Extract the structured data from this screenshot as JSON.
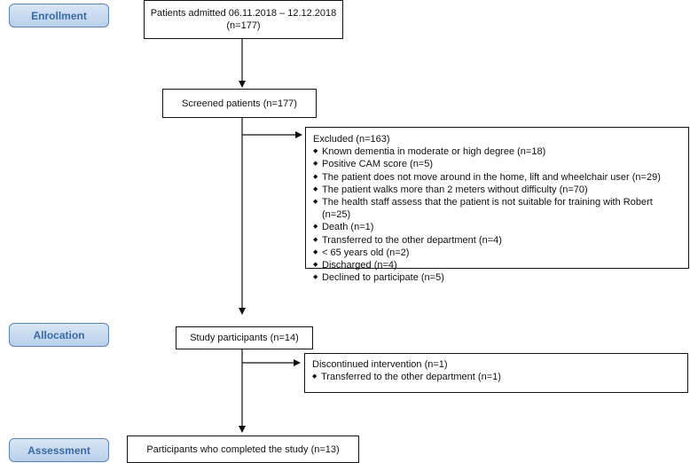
{
  "phases": {
    "enrollment": "Enrollment",
    "allocation": "Allocation",
    "assessment": "Assessment"
  },
  "admitted": {
    "line1": "Patients admitted 06.11.2018 – 12.12.2018",
    "line2": "(n=177)"
  },
  "screened": {
    "label": "Screened patients (n=177)"
  },
  "excluded": {
    "title": "Excluded (n=163)",
    "items": [
      "Known dementia in moderate or high degree (n=18)",
      "Positive CAM score (n=5)",
      "The patient does not move around in the home, lift and wheelchair user (n=29)",
      "The patient walks more than 2 meters without difficulty (n=70)",
      "The health staff assess that the patient is not suitable for training with Robert (n=25)",
      "Death (n=1)",
      "Transferred to the other department (n=4)",
      "< 65 years old (n=2)",
      "Discharged (n=4)",
      "Declined to participate (n=5)"
    ]
  },
  "participants": {
    "label": "Study participants (n=14)"
  },
  "discontinued": {
    "title": "Discontinued intervention (n=1)",
    "items": [
      "Transferred to the other department (n=1)"
    ]
  },
  "completed": {
    "label": "Participants who completed the study (n=13)"
  }
}
